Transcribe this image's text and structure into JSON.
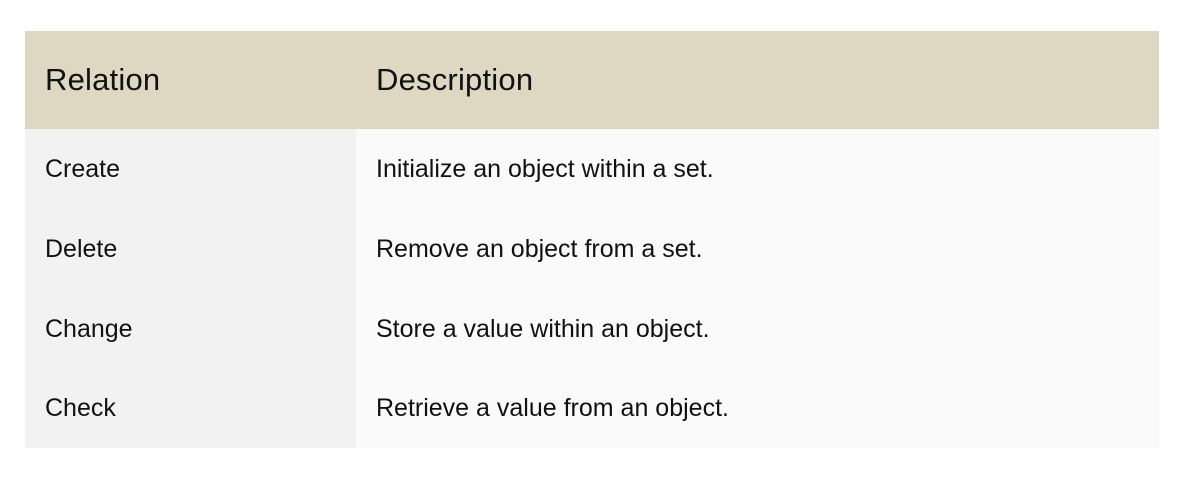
{
  "table": {
    "headers": {
      "relation": "Relation",
      "description": "Description"
    },
    "rows": [
      {
        "relation": "Create",
        "description": "Initialize an object within a set."
      },
      {
        "relation": "Delete",
        "description": "Remove an object from a set."
      },
      {
        "relation": "Change",
        "description": "Store a value within an object."
      },
      {
        "relation": "Check",
        "description": "Retrieve a value from an object."
      }
    ]
  },
  "colors": {
    "header_background": "#ded8c3",
    "relation_column_background": "#f2f2f2",
    "description_column_background": "#fafafa",
    "text": "#111111"
  }
}
